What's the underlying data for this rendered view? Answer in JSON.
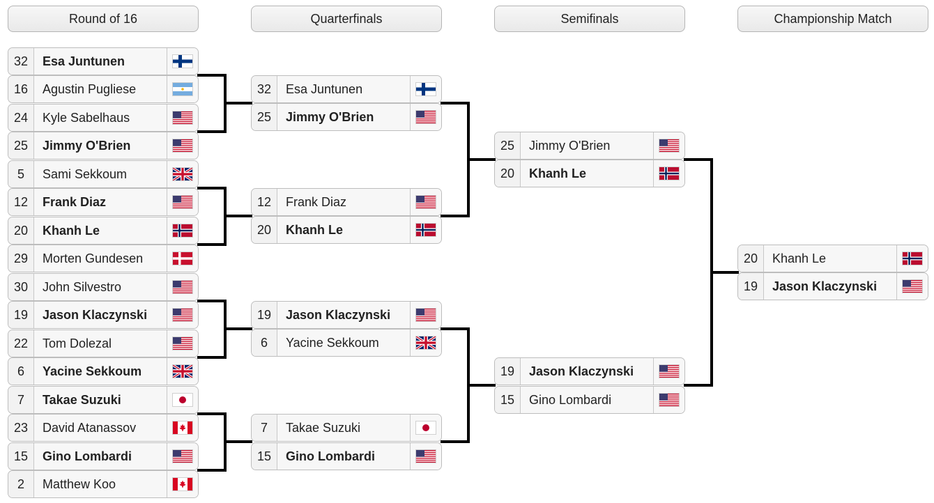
{
  "rounds": [
    {
      "title": "Round of 16",
      "slots": [
        {
          "seed": "32",
          "name": "Esa Juntunen",
          "flag": "fi",
          "winner": true
        },
        {
          "seed": "16",
          "name": "Agustin Pugliese",
          "flag": "ar",
          "winner": false
        },
        {
          "seed": "24",
          "name": "Kyle Sabelhaus",
          "flag": "us",
          "winner": false
        },
        {
          "seed": "25",
          "name": "Jimmy O'Brien",
          "flag": "us",
          "winner": true
        },
        {
          "seed": "5",
          "name": "Sami Sekkoum",
          "flag": "gb",
          "winner": false
        },
        {
          "seed": "12",
          "name": "Frank Diaz",
          "flag": "us",
          "winner": true
        },
        {
          "seed": "20",
          "name": "Khanh Le",
          "flag": "no",
          "winner": true
        },
        {
          "seed": "29",
          "name": "Morten Gundesen",
          "flag": "dk",
          "winner": false
        },
        {
          "seed": "30",
          "name": "John Silvestro",
          "flag": "us",
          "winner": false
        },
        {
          "seed": "19",
          "name": "Jason Klaczynski",
          "flag": "us",
          "winner": true
        },
        {
          "seed": "22",
          "name": "Tom Dolezal",
          "flag": "us",
          "winner": false
        },
        {
          "seed": "6",
          "name": "Yacine Sekkoum",
          "flag": "gb",
          "winner": true
        },
        {
          "seed": "7",
          "name": "Takae Suzuki",
          "flag": "jp",
          "winner": true
        },
        {
          "seed": "23",
          "name": "David Atanassov",
          "flag": "ca",
          "winner": false
        },
        {
          "seed": "15",
          "name": "Gino Lombardi",
          "flag": "us",
          "winner": true
        },
        {
          "seed": "2",
          "name": "Matthew Koo",
          "flag": "ca",
          "winner": false
        }
      ]
    },
    {
      "title": "Quarterfinals",
      "slots": [
        {
          "seed": "32",
          "name": "Esa Juntunen",
          "flag": "fi",
          "winner": false
        },
        {
          "seed": "25",
          "name": "Jimmy O'Brien",
          "flag": "us",
          "winner": true
        },
        {
          "seed": "12",
          "name": "Frank Diaz",
          "flag": "us",
          "winner": false
        },
        {
          "seed": "20",
          "name": "Khanh Le",
          "flag": "no",
          "winner": true
        },
        {
          "seed": "19",
          "name": "Jason Klaczynski",
          "flag": "us",
          "winner": true
        },
        {
          "seed": "6",
          "name": "Yacine Sekkoum",
          "flag": "gb",
          "winner": false
        },
        {
          "seed": "7",
          "name": "Takae Suzuki",
          "flag": "jp",
          "winner": false
        },
        {
          "seed": "15",
          "name": "Gino Lombardi",
          "flag": "us",
          "winner": true
        }
      ]
    },
    {
      "title": "Semifinals",
      "slots": [
        {
          "seed": "25",
          "name": "Jimmy O'Brien",
          "flag": "us",
          "winner": false
        },
        {
          "seed": "20",
          "name": "Khanh Le",
          "flag": "no",
          "winner": true
        },
        {
          "seed": "19",
          "name": "Jason Klaczynski",
          "flag": "us",
          "winner": true
        },
        {
          "seed": "15",
          "name": "Gino Lombardi",
          "flag": "us",
          "winner": false
        }
      ]
    },
    {
      "title": "Championship Match",
      "slots": [
        {
          "seed": "20",
          "name": "Khanh Le",
          "flag": "no",
          "winner": false
        },
        {
          "seed": "19",
          "name": "Jason Klaczynski",
          "flag": "us",
          "winner": true
        }
      ]
    }
  ]
}
